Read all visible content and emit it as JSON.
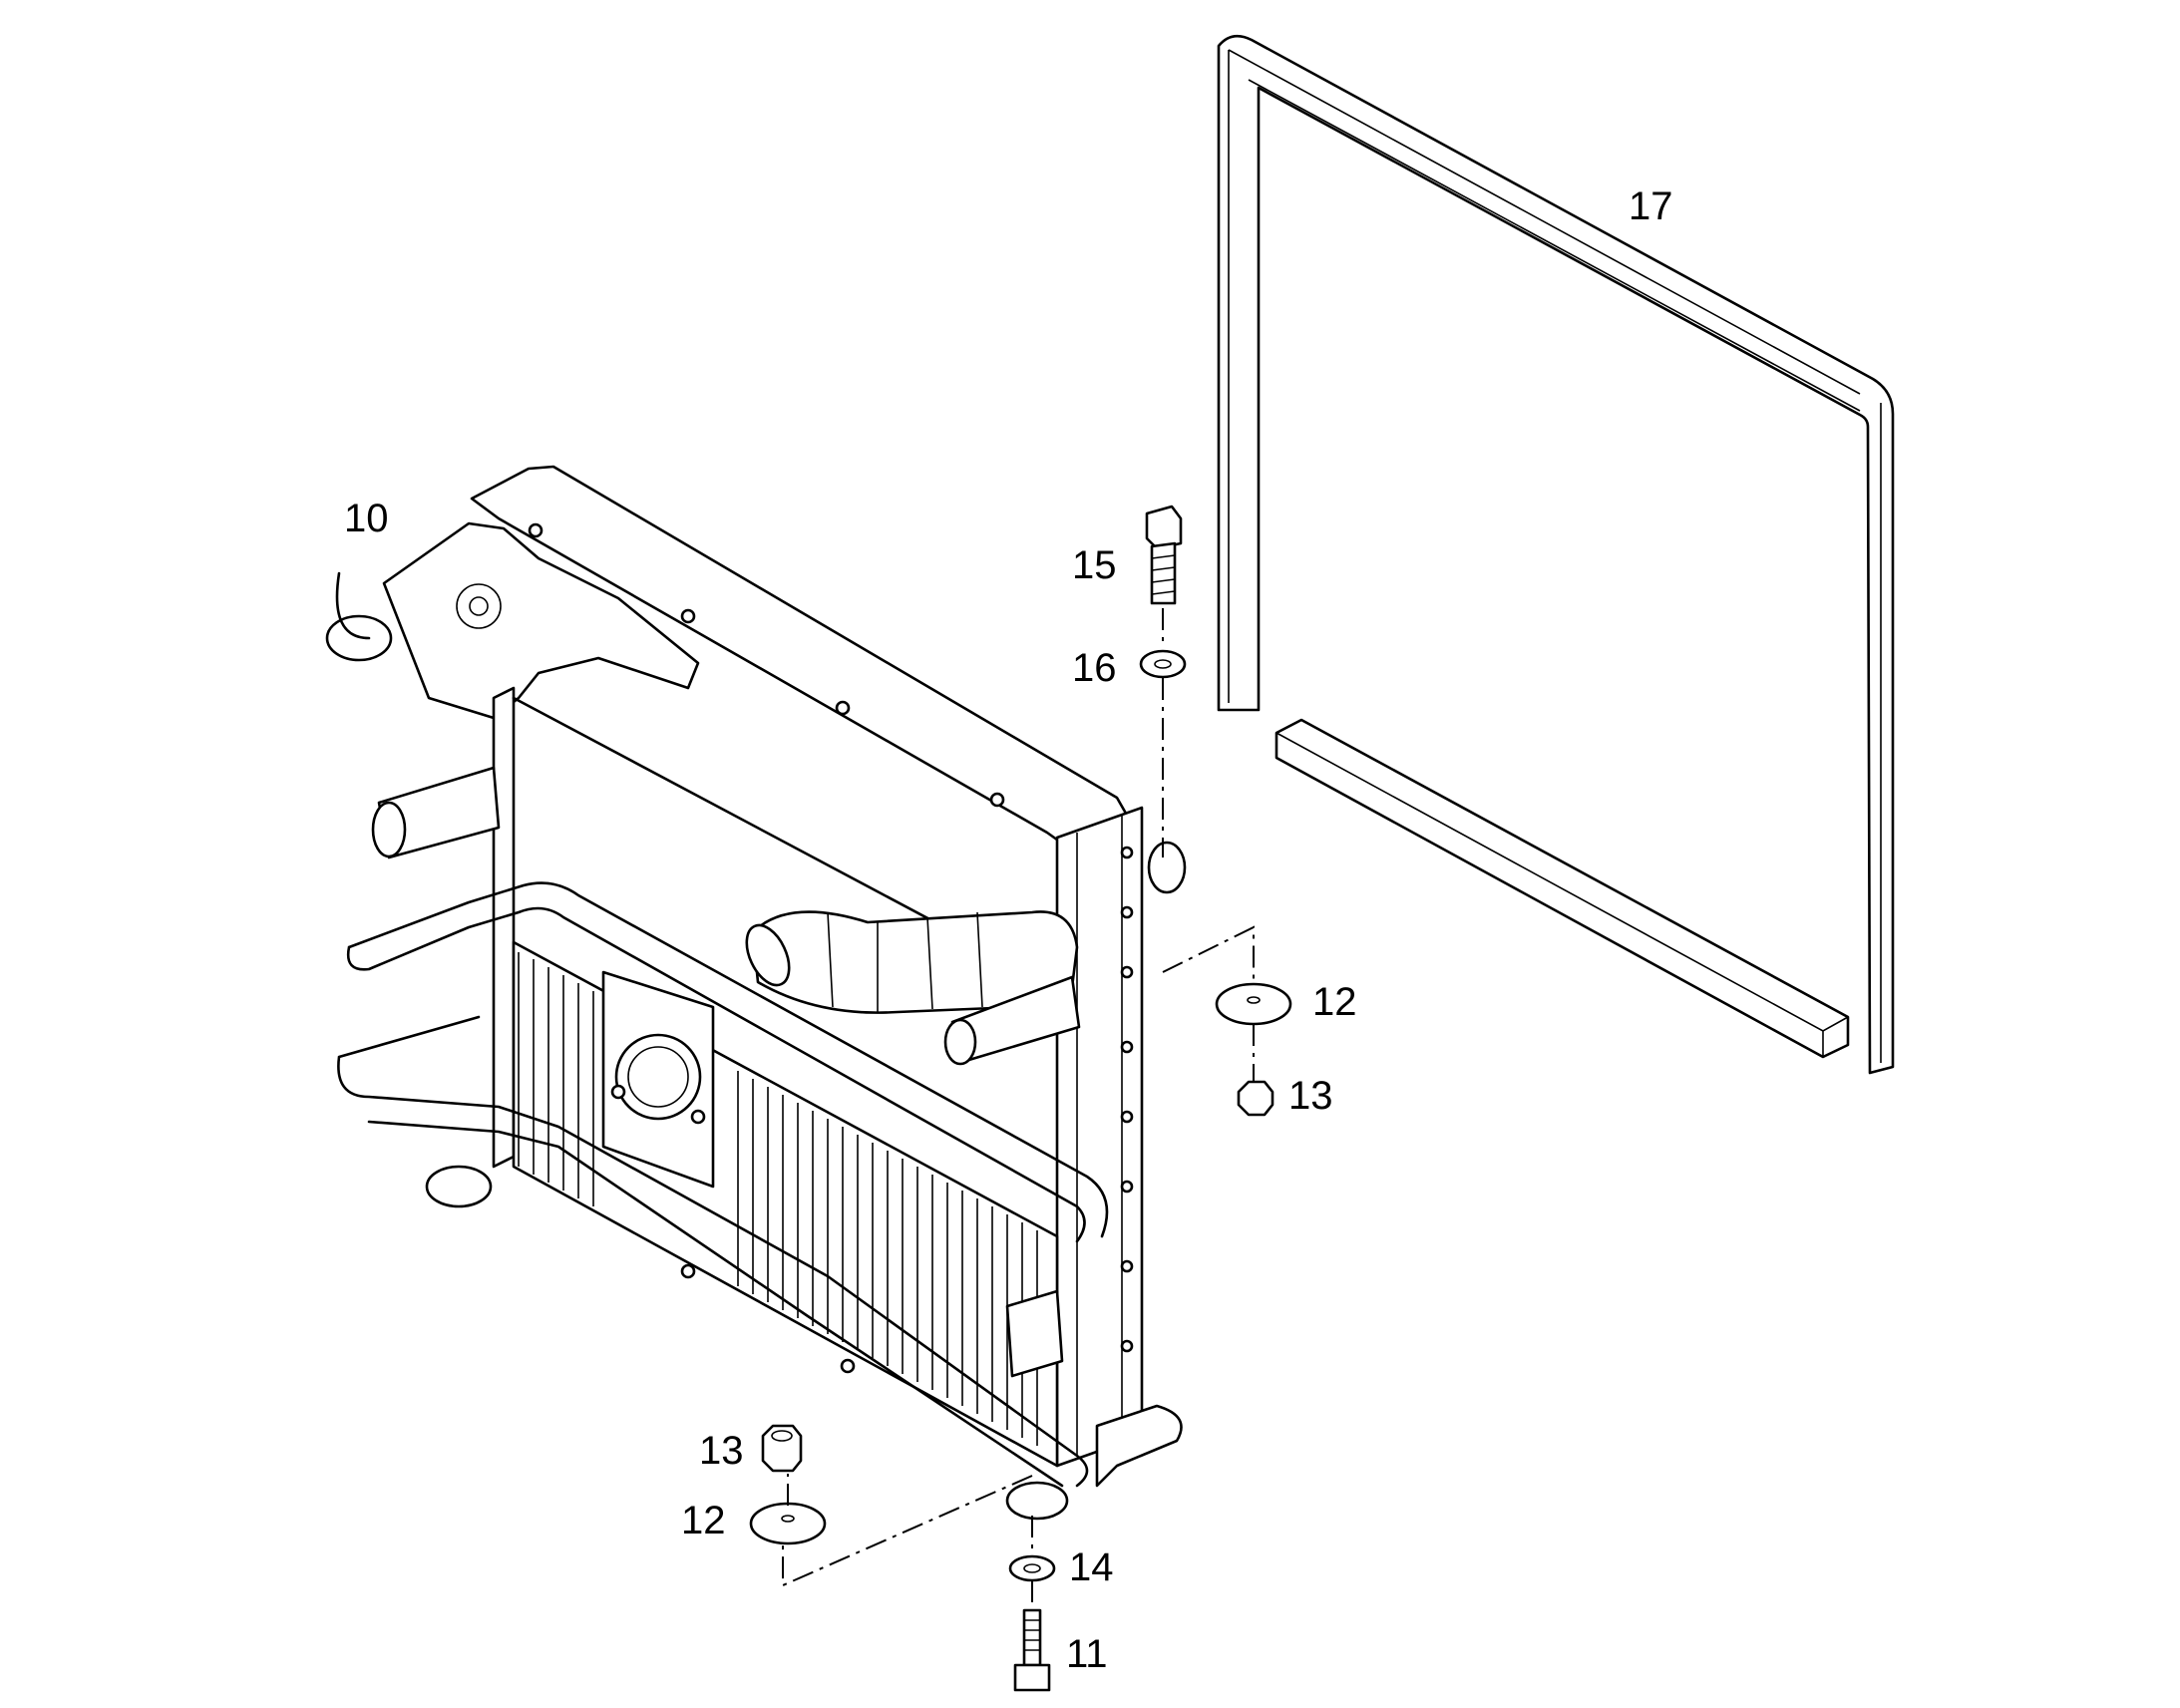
{
  "callouts": {
    "c10": "10",
    "c11": "11",
    "c12a": "12",
    "c12b": "12",
    "c13a": "13",
    "c13b": "13",
    "c14": "14",
    "c15": "15",
    "c16": "16",
    "c17": "17"
  }
}
